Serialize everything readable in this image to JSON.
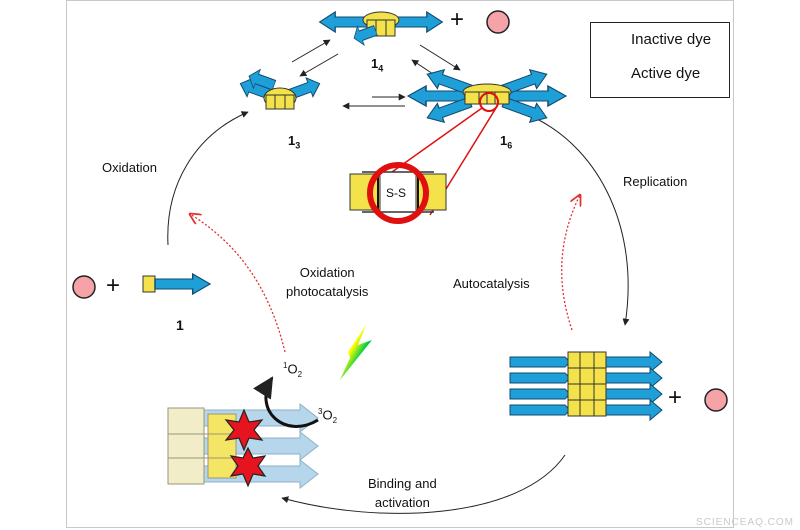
{
  "legend": {
    "inactive_label": "Inactive dye",
    "active_label": "Active dye",
    "inactive_color": "#f5a3a8",
    "active_color": "#e6141e"
  },
  "labels": {
    "oxidation": "Oxidation",
    "replication": "Replication",
    "oxidation_photocatalysis_line1": "Oxidation",
    "oxidation_photocatalysis_line2": "photocatalysis",
    "autocatalysis": "Autocatalysis",
    "binding_line1": "Binding and",
    "binding_line2": "activation",
    "disulfide": "S-S",
    "plus": "+",
    "singlet_oxygen_sup": "1",
    "singlet_oxygen_base": "O",
    "singlet_oxygen_sub": "2",
    "triplet_oxygen_sup": "3",
    "triplet_oxygen_base": "O",
    "triplet_oxygen_sub": "2"
  },
  "compounds": {
    "monomer": "1",
    "trimer_base": "1",
    "trimer_sub": "3",
    "tetramer_base": "1",
    "tetramer_sub": "4",
    "hexamer_base": "1",
    "hexamer_sub": "6"
  },
  "colors": {
    "strand": "#1f9fd8",
    "core": "#f3e24a",
    "arrow": "#222222",
    "dotted_arrow": "#e03030",
    "highlight": "#e01010"
  },
  "watermark": "SCIENCEAQ.COM"
}
